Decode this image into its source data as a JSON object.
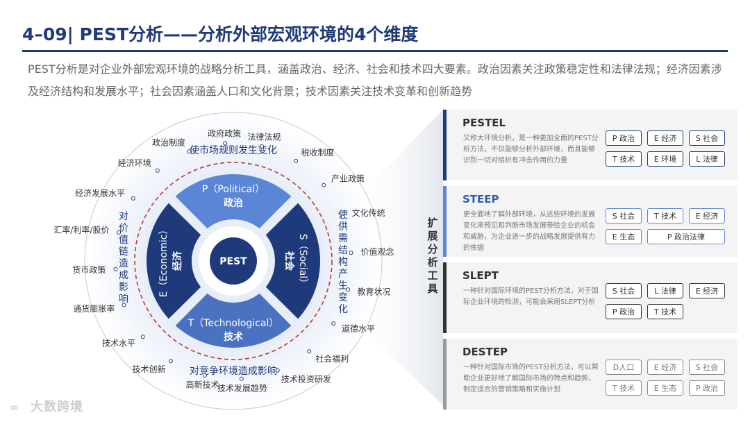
{
  "header": {
    "number": "4–09|",
    "pest": "PEST",
    "title": "分析——分析外部宏观环境的4个维度"
  },
  "intro": "PEST分析是对企业外部宏观环境的战略分析工具，涵盖政治、经济、社会和技术四大要素。政治因素关注政策稳定性和法律法规；经济因素涉及经济结构和发展水平；社会因素涵盖人口和文化背景；技术因素关注技术变革和创新趋势",
  "colors": {
    "navy": "#1f3a7a",
    "mid_blue": "#4a72c0",
    "light_blue": "#5b86d6"
  },
  "center": "PEST",
  "quadrants": {
    "top": {
      "en": "P（Political）",
      "zh": "政治"
    },
    "right": {
      "en": "S（Social）",
      "zh": "社会"
    },
    "bottom": {
      "en": "T（Technological）",
      "zh": "技术"
    },
    "left": {
      "en": "E（Economic）",
      "zh": "经济"
    }
  },
  "impacts": {
    "top": "使市场规则发生变化",
    "right": "使供需结构产生变化",
    "bottom": "对竞争环境造成影响",
    "left": "对价值链造成影响"
  },
  "outer_labels": [
    "法律法规",
    "税收制度",
    "产业政策",
    "文化传统",
    "价值观念",
    "教育状况",
    "道德水平",
    "社会福利",
    "技术投资研发",
    "技术发展趋势",
    "高新技术",
    "技术创新",
    "技术水平",
    "通货膨胀率",
    "货币政策",
    "汇率/利率/股价",
    "经济发展水平",
    "经济环境",
    "政治制度",
    "政府政策"
  ],
  "side_label": "扩展分析工具",
  "cards": [
    {
      "name": "PESTEL",
      "desc": "又称大环境分析，是一种更加全面的PEST分析方法，不仅能够分析外部环境，而且能够识别一切对组织有冲击作用的力量",
      "tags": [
        "P 政治",
        "E 经济",
        "S 社会",
        "T 技术",
        "E 环境",
        "L 法律"
      ]
    },
    {
      "name": "STEEP",
      "desc": "更全面地了解外部环境，从这些环境的发展变化来预见和判断市场发展带给企业的机会和威胁，为企业进一步的战略发展提供有力的依据",
      "tags": [
        "S 社会",
        "T 技术",
        "E 经济",
        "E 生态",
        "P 政治法律"
      ]
    },
    {
      "name": "SLEPT",
      "desc": "一种针对国际环境的PEST分析方法，对于国际企业环境的检测，可能会采用SLEPT分析",
      "tags": [
        "S 社会",
        "L 法律",
        "E 经济",
        "P 政治",
        "T 技术"
      ]
    },
    {
      "name": "DESTEP",
      "desc": "一种针对国际市场的PEST分析方法，可以帮助企业更好地了解国际市场的特点和趋势，制定适合的营销策略和实施计划",
      "tags": [
        "D人口",
        "E 经济",
        "S 社会",
        "T 技术",
        "E 生态",
        "P 政治"
      ]
    }
  ],
  "watermark": "大数跨境"
}
